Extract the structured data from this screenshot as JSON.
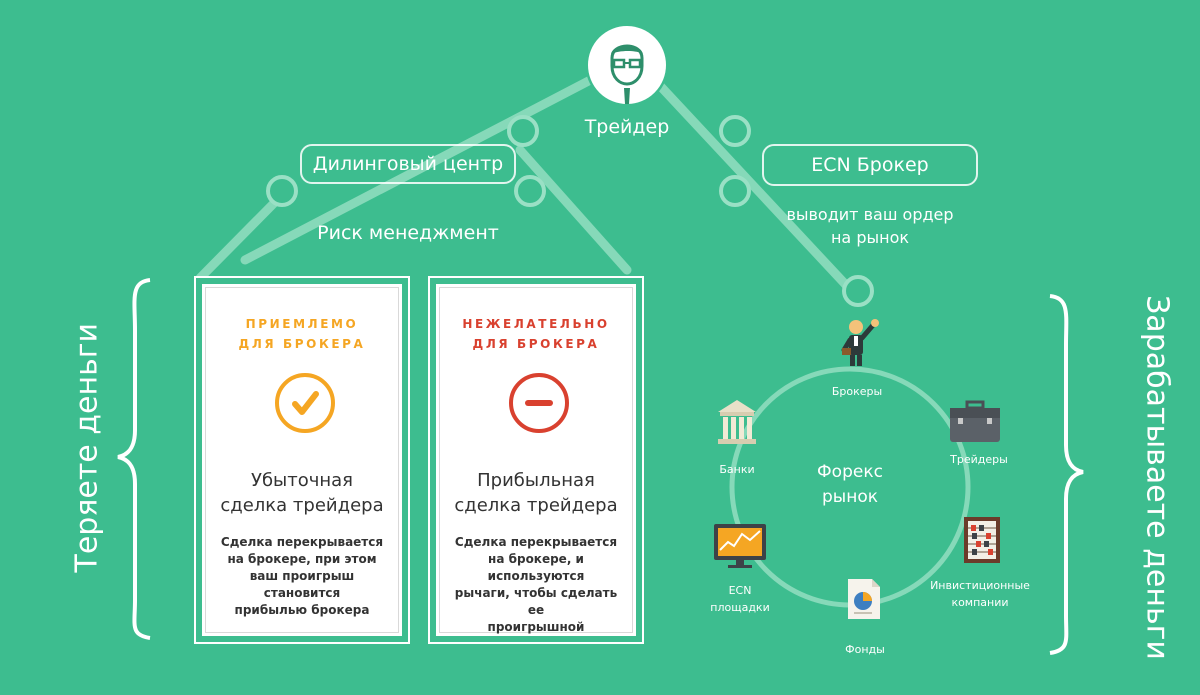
{
  "top_role": "Трейдер",
  "left_branch": {
    "pill": "Дилинговый центр",
    "subtitle": "Риск менеджмент"
  },
  "right_branch": {
    "pill": "ECN Брокер",
    "subtitle_line1": "выводит ваш ордер",
    "subtitle_line2": "на рынок"
  },
  "side_left": "Теряете деньги",
  "side_right": "Зарабатываете деньги",
  "cards": [
    {
      "head_line1": "ПРИЕМЛЕМО",
      "head_line2": "ДЛЯ БРОКЕРА",
      "title_line1": "Убыточная",
      "title_line2": "сделка трейдера",
      "desc": [
        "Сделка перекрывается",
        "на брокере, при этом",
        "ваш проигрыш становится",
        "прибылью брокера"
      ],
      "accent": "#f5a623",
      "icon": "checkmark-icon"
    },
    {
      "head_line1": "НЕЖЕЛАТЕЛЬНО",
      "head_line2": "ДЛЯ БРОКЕРА",
      "title_line1": "Прибыльная",
      "title_line2": "сделка трейдера",
      "desc": [
        "Сделка перекрывается",
        "на брокере, и используются",
        "рычаги, чтобы сделать ее",
        "проигрышной"
      ],
      "accent": "#d9412f",
      "icon": "minus-icon"
    }
  ],
  "market": {
    "center_line1": "Форекс",
    "center_line2": "рынок",
    "nodes": {
      "brokers": "Брокеры",
      "banks": "Банки",
      "traders": "Трейдеры",
      "ecn_line1": "ECN",
      "ecn_line2": "площадки",
      "invest_line1": "Инвистиционные",
      "invest_line2": "компании",
      "funds": "Фонды"
    }
  },
  "colors": {
    "background": "#3dbd8f",
    "line": "#7fd6b4",
    "accept": "#f5a623",
    "reject": "#d9412f"
  }
}
